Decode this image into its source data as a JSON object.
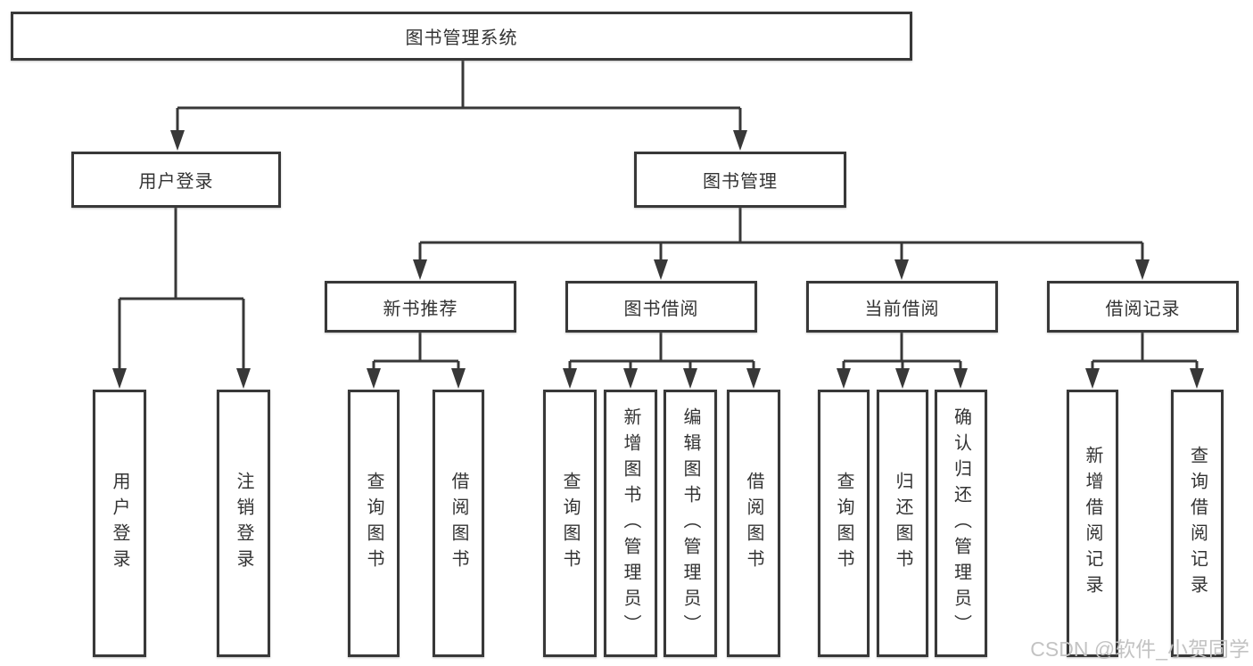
{
  "tree": {
    "root": {
      "label": "图书管理系统",
      "children": [
        {
          "label": "用户登录",
          "children": [
            {
              "label": "用户登录"
            },
            {
              "label": "注销登录"
            }
          ]
        },
        {
          "label": "图书管理",
          "children": [
            {
              "label": "新书推荐",
              "children": [
                {
                  "label": "查询图书"
                },
                {
                  "label": "借阅图书"
                }
              ]
            },
            {
              "label": "图书借阅",
              "children": [
                {
                  "label": "查询图书"
                },
                {
                  "label": "新增图书（管理员）"
                },
                {
                  "label": "编辑图书（管理员）"
                },
                {
                  "label": "借阅图书"
                }
              ]
            },
            {
              "label": "当前借阅",
              "children": [
                {
                  "label": "查询图书"
                },
                {
                  "label": "归还图书"
                },
                {
                  "label": "确认归还（管理员）"
                }
              ]
            },
            {
              "label": "借阅记录",
              "children": [
                {
                  "label": "新增借阅记录"
                },
                {
                  "label": "查询借阅记录"
                }
              ]
            }
          ]
        }
      ]
    }
  },
  "watermark": {
    "text": "CSDN @软件_小贺同学"
  },
  "colors": {
    "line": "#383838",
    "text": "#333333",
    "watermark": "#c3c3c3",
    "background": "#ffffff"
  }
}
